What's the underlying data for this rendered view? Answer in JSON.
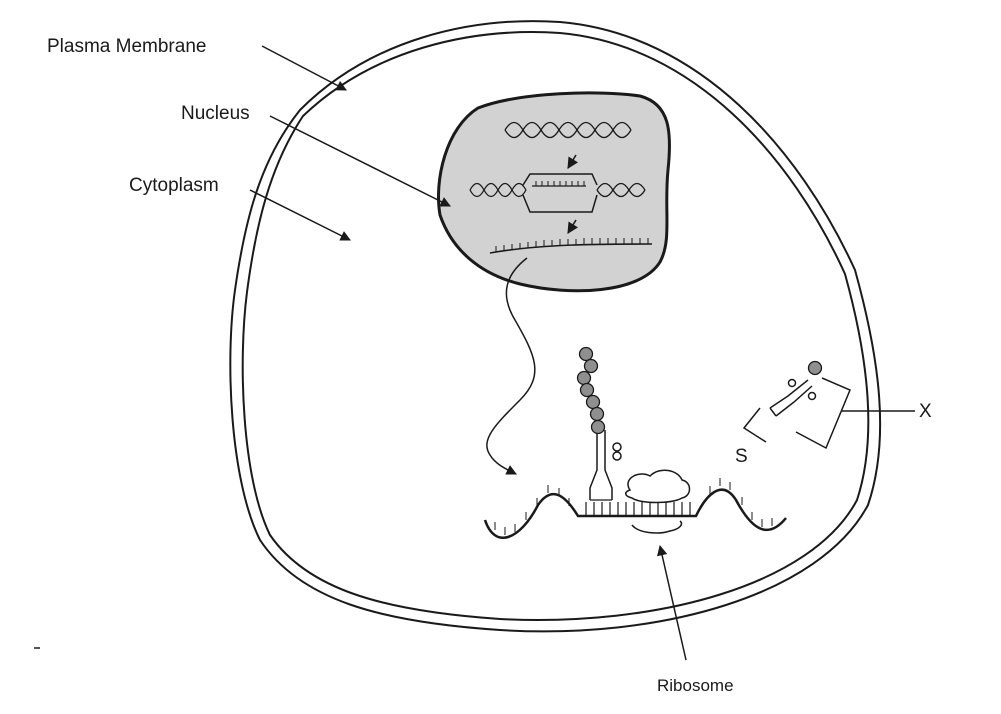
{
  "labels": {
    "plasma_membrane": "Plasma Membrane",
    "nucleus": "Nucleus",
    "cytoplasm": "Cytoplasm",
    "x": "X",
    "s": "S",
    "ribosome": "Ribosome"
  },
  "colors": {
    "line": "#1a1a1a",
    "nucleus_fill": "#d2d2d2",
    "bead_fill": "#8f8f8f",
    "background": "#ffffff"
  },
  "icons": {
    "amino_acid": "circle-bead",
    "trna": "cloverleaf",
    "ribosome": "cloud-outline"
  }
}
